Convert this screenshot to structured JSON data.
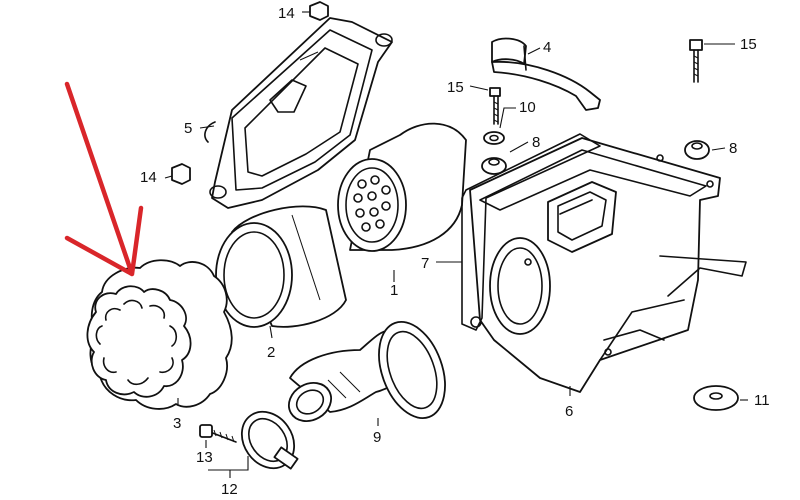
{
  "callouts": [
    {
      "id": "c1",
      "text": "1"
    },
    {
      "id": "c2",
      "text": "2"
    },
    {
      "id": "c3",
      "text": "3"
    },
    {
      "id": "c4",
      "text": "4"
    },
    {
      "id": "c5",
      "text": "5"
    },
    {
      "id": "c6",
      "text": "6"
    },
    {
      "id": "c7",
      "text": "7"
    },
    {
      "id": "c8a",
      "text": "8"
    },
    {
      "id": "c8b",
      "text": "8"
    },
    {
      "id": "c9",
      "text": "9"
    },
    {
      "id": "c10",
      "text": "10"
    },
    {
      "id": "c11",
      "text": "11"
    },
    {
      "id": "c12",
      "text": "12"
    },
    {
      "id": "c13",
      "text": "13"
    },
    {
      "id": "c14a",
      "text": "14"
    },
    {
      "id": "c14b",
      "text": "14"
    },
    {
      "id": "c15a",
      "text": "15"
    },
    {
      "id": "c15b",
      "text": "15"
    }
  ],
  "highlight_color": "#d9262a",
  "line_color": "#111111"
}
